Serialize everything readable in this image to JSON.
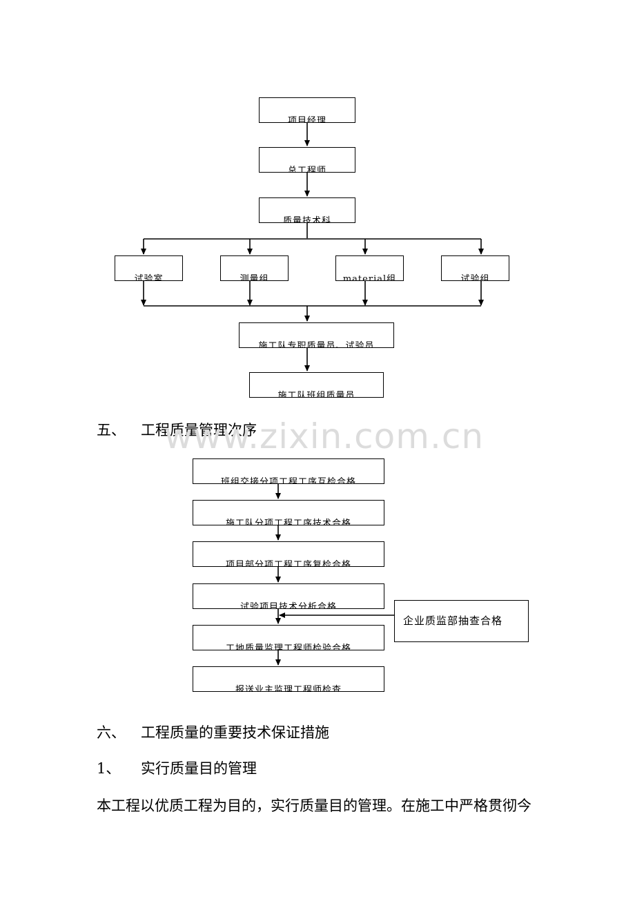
{
  "chart1": {
    "top": "项目经理",
    "second": "总工程师",
    "third": "质量技术科",
    "branches": [
      "试验室",
      "测量组",
      "material组",
      "试验组"
    ],
    "merge": "施工队专职质量员、试验员",
    "bottom": "施工队班组质量员"
  },
  "section5": {
    "num": "五、",
    "title": "工程质量管理次序"
  },
  "chart2": {
    "steps": [
      "班组交接分项工程工序互检合格",
      "施工队分项工程工序技术合格",
      "项目部分项工程工序复检合格",
      "试验项目技术分析合格",
      "工地质量监理工程师检验合格",
      "报送业主监理工程师检查"
    ],
    "side": "企业质监部抽查合格"
  },
  "watermark": "www.zixin.com.cn",
  "section6": {
    "num": "六、",
    "title": "工程质量的重要技术保证措施"
  },
  "sub1": {
    "num": "1、",
    "title": "实行质量目的管理"
  },
  "paragraph": "本工程以优质工程为目的，实行质量目的管理。在施工中严格贯彻今"
}
